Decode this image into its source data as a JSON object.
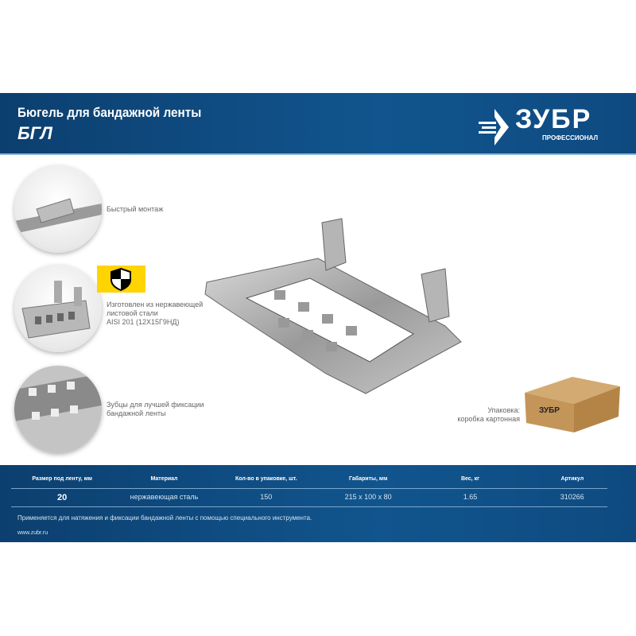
{
  "header": {
    "title": "Бюгель для бандажной ленты",
    "model": "БГЛ",
    "logo": {
      "word": "ЗУБР",
      "sub": "ПРОФЕССИОНАЛ"
    }
  },
  "features": [
    {
      "text": "Быстрый монтаж"
    },
    {
      "line1": "Изготовлен из нержавеющей",
      "line2": "листовой стали",
      "line3": "AISI 201 (12Х15Г9НД)"
    },
    {
      "line1": "Зубцы для лучшей фиксации",
      "line2": "бандажной ленты"
    }
  ],
  "packaging": {
    "line1": "Упаковка:",
    "line2": "коробка картонная"
  },
  "table": {
    "headers": [
      "Размер под ленту, мм",
      "Материал",
      "Кол-во в упаковке, шт.",
      "Габариты, мм",
      "Вес, кг",
      "Артикул"
    ],
    "row": [
      "20",
      "нержавеющая сталь",
      "150",
      "215 x 100 x 80",
      "1.65",
      "310266"
    ]
  },
  "note": "Применяется для натяжения и фиксации бандажной ленты с помощью специального инструмента.",
  "site": "www.zubr.ru",
  "colors": {
    "brand_blue": "#11558e",
    "badge_yellow": "#ffd400"
  }
}
